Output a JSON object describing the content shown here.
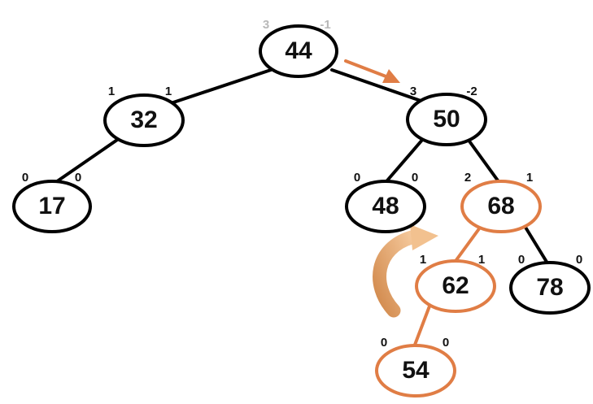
{
  "colors": {
    "normal_stroke": "#000000",
    "highlight_stroke": "#e07d45",
    "arrow": "#e07d45",
    "faded_text": "#b8b8b8"
  },
  "nodes": [
    {
      "id": "n44",
      "value": "44",
      "left_height": "3",
      "right_height": "-1",
      "heights_faded": true,
      "highlight": false
    },
    {
      "id": "n32",
      "value": "32",
      "left_height": "1",
      "right_height": "1",
      "heights_faded": false,
      "highlight": false
    },
    {
      "id": "n50",
      "value": "50",
      "left_height": "3",
      "right_height": "-2",
      "heights_faded": false,
      "highlight": false
    },
    {
      "id": "n17",
      "value": "17",
      "left_height": "0",
      "right_height": "0",
      "heights_faded": false,
      "highlight": false
    },
    {
      "id": "n48",
      "value": "48",
      "left_height": "0",
      "right_height": "0",
      "heights_faded": false,
      "highlight": false
    },
    {
      "id": "n68",
      "value": "68",
      "left_height": "2",
      "right_height": "1",
      "heights_faded": false,
      "highlight": true
    },
    {
      "id": "n62",
      "value": "62",
      "left_height": "1",
      "right_height": "1",
      "heights_faded": false,
      "highlight": true
    },
    {
      "id": "n78",
      "value": "78",
      "left_height": "0",
      "right_height": "0",
      "heights_faded": false,
      "highlight": false
    },
    {
      "id": "n54",
      "value": "54",
      "left_height": "0",
      "right_height": "0",
      "heights_faded": false,
      "highlight": true
    }
  ],
  "edges": [
    {
      "from": "44",
      "to": "32",
      "highlight": false
    },
    {
      "from": "44",
      "to": "50",
      "highlight": false
    },
    {
      "from": "32",
      "to": "17",
      "highlight": false
    },
    {
      "from": "50",
      "to": "48",
      "highlight": false
    },
    {
      "from": "50",
      "to": "68",
      "highlight": false
    },
    {
      "from": "68",
      "to": "62",
      "highlight": true
    },
    {
      "from": "68",
      "to": "78",
      "highlight": false
    },
    {
      "from": "62",
      "to": "54",
      "highlight": true
    }
  ],
  "arrows": [
    {
      "name": "traversal-arrow",
      "icon": "right-down-arrow-icon",
      "meaning": "from 44 toward 50"
    },
    {
      "name": "rotation-arrow",
      "icon": "curved-rotation-arrow-icon",
      "meaning": "rotation around 62 toward 68"
    }
  ]
}
